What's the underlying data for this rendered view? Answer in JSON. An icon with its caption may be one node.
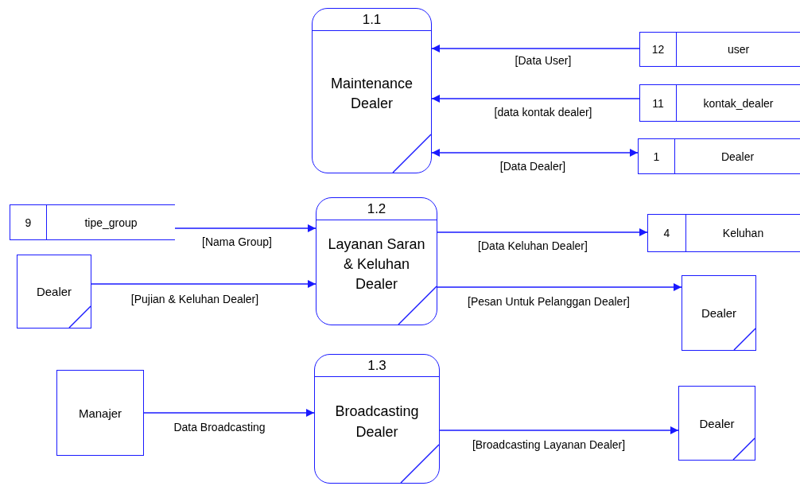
{
  "diagram": {
    "nodes": [
      {
        "text": [
          "1.1",
          "Maintenance Dealer"
        ]
      },
      {
        "text": [
          "12",
          "user"
        ]
      },
      {
        "text": [
          "11",
          "kontak_dealer"
        ]
      },
      {
        "text": [
          "1",
          "Dealer"
        ]
      },
      {
        "text": [
          "9",
          "tipe_group"
        ]
      },
      {
        "text": [
          "1.2",
          "Layanan Saran & Keluhan Dealer"
        ]
      },
      {
        "text": [
          "4",
          "Keluhan"
        ]
      },
      {
        "text": [
          "Dealer"
        ]
      },
      {
        "text": [
          "Dealer"
        ]
      },
      {
        "text": [
          "1.3",
          "Broadcasting Dealer"
        ]
      },
      {
        "text": [
          "Manajer"
        ]
      },
      {
        "text": [
          "Dealer"
        ]
      }
    ],
    "edges": [
      {
        "from": 1,
        "to": 0,
        "arrow": "to",
        "label": "[Data User]"
      },
      {
        "from": 2,
        "to": 0,
        "arrow": "to",
        "label": "[data kontak dealer]"
      },
      {
        "from": 0,
        "to": 3,
        "arrow": "both",
        "label": "[Data Dealer]"
      },
      {
        "from": 4,
        "to": 5,
        "arrow": "to",
        "label": "[Nama Group]"
      },
      {
        "from": 7,
        "to": 5,
        "arrow": "to",
        "label": "[Pujian & Keluhan Dealer]"
      },
      {
        "from": 5,
        "to": 6,
        "arrow": "to",
        "label": "[Data Keluhan Dealer]"
      },
      {
        "from": 5,
        "to": 8,
        "arrow": "to",
        "label": "[Pesan Untuk Pelanggan Dealer]"
      },
      {
        "from": 10,
        "to": 9,
        "arrow": "to",
        "label": "Data Broadcasting"
      },
      {
        "from": 9,
        "to": 11,
        "arrow": "to",
        "label": "[Broadcasting Layanan Dealer]"
      }
    ]
  }
}
